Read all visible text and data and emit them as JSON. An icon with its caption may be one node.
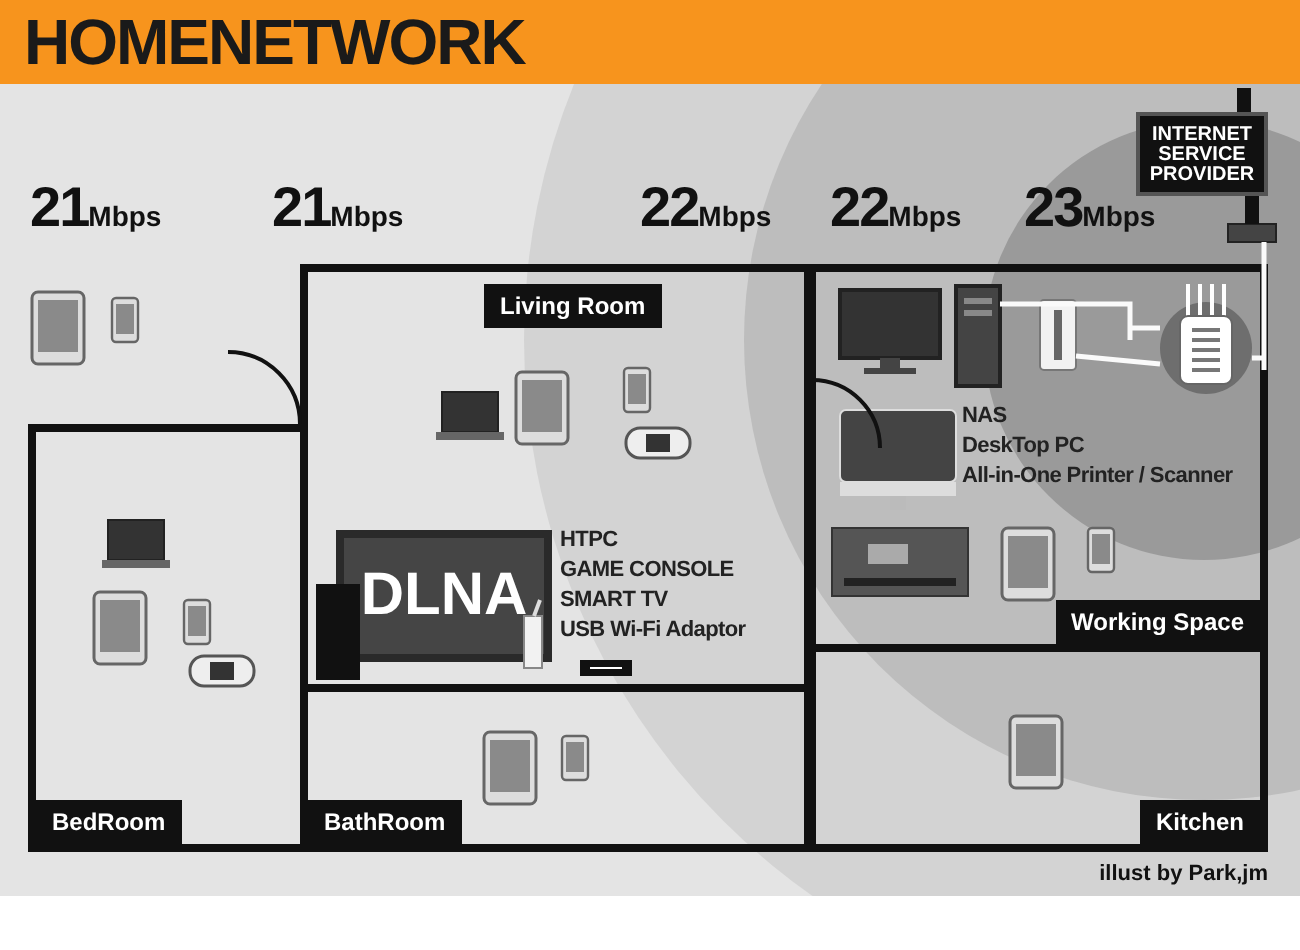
{
  "diagram": {
    "title": "HOMENETWORK",
    "nodes": [
      {
        "text": [
          "INTERNET SERVICE PROVIDER"
        ]
      },
      {
        "text": [],
        "shape": "box"
      },
      {
        "text": [
          "Living Room",
          "HTPC",
          "GAME CONSOLE",
          "SMART TV",
          "USB Wi-Fi Adaptor"
        ]
      },
      {
        "text": [
          "DLNA"
        ],
        "in": 2
      },
      {
        "text": [
          "Working Space",
          "NAS",
          "DeskTop PC",
          "All-in-One Printer / Scanner"
        ]
      },
      {
        "text": [],
        "shape": "picture",
        "in": 4
      },
      {
        "text": [],
        "shape": "picture",
        "in": 4
      },
      {
        "text": [],
        "shape": "picture",
        "in": 4
      },
      {
        "text": [
          "BedRoom"
        ]
      },
      {
        "text": [
          "BathRoom"
        ]
      },
      {
        "text": [
          "Kitchen"
        ]
      }
    ],
    "edges": [
      {
        "from": null,
        "to": 0,
        "arrow": "none",
        "color": "#111111",
        "style": "thick"
      },
      {
        "from": 0,
        "to": 1,
        "arrow": "none",
        "color": "#111111",
        "style": "thick"
      },
      {
        "from": 1,
        "to": 7,
        "arrow": "none"
      },
      {
        "from": 5,
        "to": 7,
        "arrow": "none"
      },
      {
        "from": 6,
        "to": 7,
        "arrow": "none"
      }
    ],
    "labels": [
      "21Mbps",
      "21Mbps",
      "22Mbps",
      "22Mbps",
      "23Mbps",
      "illust by Park,jm"
    ]
  }
}
